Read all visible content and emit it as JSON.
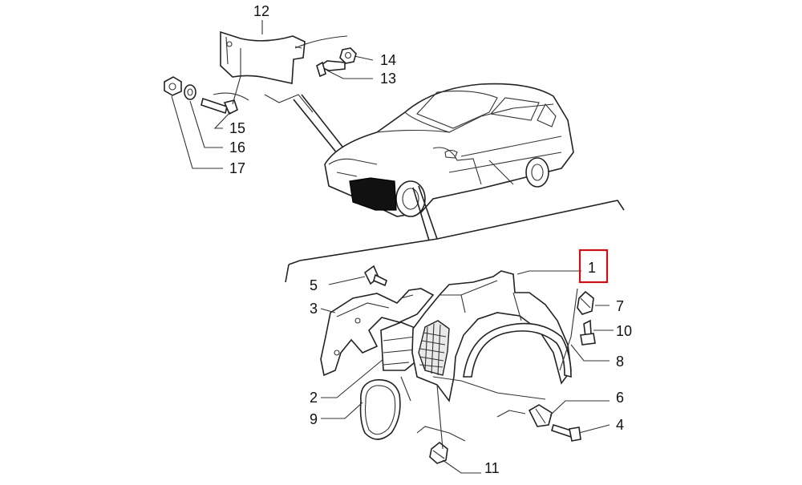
{
  "callouts": {
    "c1": "1",
    "c2": "2",
    "c3": "3",
    "c4": "4",
    "c5": "5",
    "c6": "6",
    "c7": "7",
    "c8": "8",
    "c9": "9",
    "c10": "10",
    "c11": "11",
    "c12": "12",
    "c13": "13",
    "c14": "14",
    "c15": "15",
    "c16": "16",
    "c17": "17"
  },
  "colors": {
    "highlight_box": "#cc1111",
    "line": "#222222",
    "background": "#ffffff"
  },
  "highlighted_part": "1"
}
